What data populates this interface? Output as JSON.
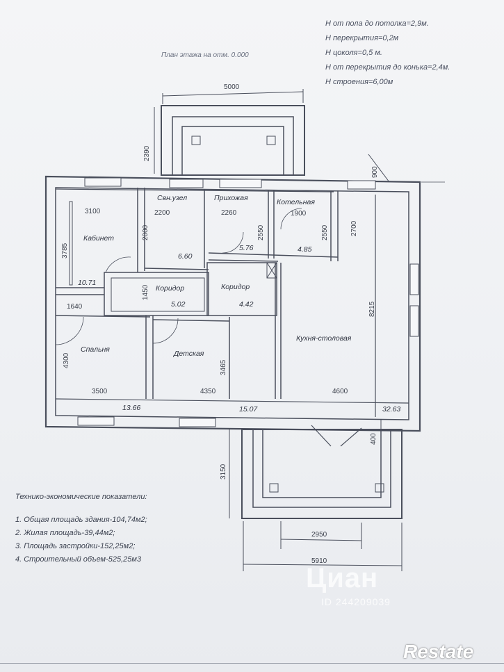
{
  "header_notes": [
    "H от пола до потолка=2,9м.",
    "H перекрытия=0,2м",
    "H цоколя=0,5 м.",
    "H от перекрытия до конька=2,4м.",
    "H строения=6,00м"
  ],
  "plan_title": "План этажа на отм. 0.000",
  "rooms": {
    "cabinet": {
      "name": "Кабинет",
      "area": "10.71"
    },
    "bathroom": {
      "name": "Свн.узел",
      "area": "6.60"
    },
    "hall": {
      "name": "Прихожая",
      "area": "5.76"
    },
    "boiler": {
      "name": "Котельная",
      "area": "4.85"
    },
    "corridor1": {
      "name": "Коридор",
      "area": "5.02"
    },
    "corridor2": {
      "name": "Коридор",
      "area": "4.42"
    },
    "bedroom": {
      "name": "Спальня",
      "area": "13.66"
    },
    "kids": {
      "name": "Детская",
      "area": "15.07"
    },
    "kitchen": {
      "name": "Кухня-столовая",
      "area": "32.63"
    }
  },
  "dimensions": {
    "top_width": "5000",
    "porch_depth": "2390",
    "top_right": "900",
    "cabinet_w": "3100",
    "bath_w": "2200",
    "hall_w": "2260",
    "boiler_w": "1900",
    "cabinet_h": "3785",
    "bath_h": "2000",
    "hall_h": "2550",
    "boiler_h": "2550",
    "right_h": "2700",
    "corr_h": "1450",
    "kitchen_h": "8215",
    "left_small": "1640",
    "bedroom_h": "4300",
    "kids_h": "3465",
    "bedroom_w": "3500",
    "kids_w": "4350",
    "kitchen_w": "4600",
    "bottom_right": "400",
    "terrace_depth": "3150",
    "terrace_inner_w": "2950",
    "terrace_outer_w": "5910"
  },
  "indicators": {
    "heading": "Технико-экономические показатели:",
    "items": [
      "1. Общая площадь здания-104,74м2;",
      "2. Жилая площадь-39,44м2;",
      "3. Площадь застройки-152,25м2;",
      "4. Строительный объем-525,25м3"
    ]
  },
  "watermark": {
    "logo": "Циан",
    "id": "ID 244209039"
  },
  "brand": "Restate"
}
